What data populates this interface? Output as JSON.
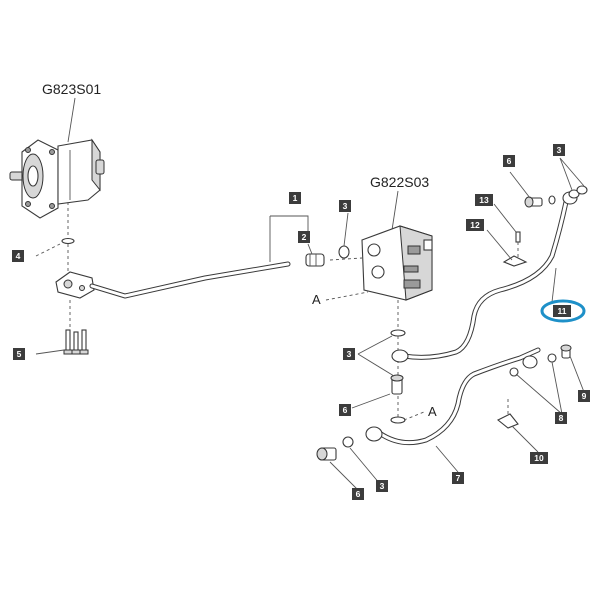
{
  "assembly_labels": {
    "pump": "G823S01",
    "valve": "G822S03"
  },
  "callouts": {
    "c1": "1",
    "c2": "2",
    "c3a": "3",
    "c3b": "3",
    "c3c": "3",
    "c3d": "3",
    "c4": "4",
    "c5": "5",
    "c6a": "6",
    "c6b": "6",
    "c6c": "6",
    "c7": "7",
    "c8": "8",
    "c9": "9",
    "c10": "10",
    "c11": "11",
    "c12": "12",
    "c13": "13"
  },
  "connection_markers": {
    "a1": "A",
    "a2": "A"
  },
  "highlighted_callout": "11",
  "highlight_color": "#1e90c8",
  "callout_color": "#3c3c3c"
}
